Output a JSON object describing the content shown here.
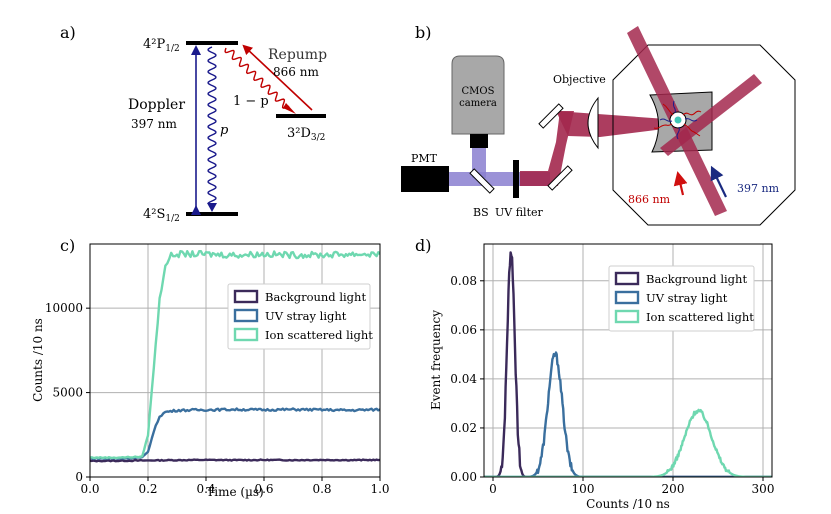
{
  "panels": {
    "a": {
      "label": "a)",
      "level_p": "4²P",
      "level_p_sub": "1/2",
      "level_s": "4²S",
      "level_s_sub": "1/2",
      "level_d": "3²D",
      "level_d_sub": "3/2",
      "doppler_label": "Doppler",
      "doppler_wavelength": "397 nm",
      "repump_label": "Repump",
      "repump_wavelength": "866 nm",
      "p_label": "p",
      "one_minus_p_label": "1 − p"
    },
    "b": {
      "label": "b)",
      "camera_line1": "CMOS",
      "camera_line2": "camera",
      "pmt": "PMT",
      "bs": "BS",
      "uv_filter": "UV filter",
      "objective": "Objective",
      "red_beam_label": "866 nm",
      "blue_beam_label": "397 nm"
    },
    "c": {
      "label": "c)"
    },
    "d": {
      "label": "d)"
    }
  },
  "chart_data": [
    {
      "type": "line",
      "panel": "c",
      "xlabel": "Time (µs)",
      "ylabel": "Counts /10 ns",
      "xlim": [
        0,
        1.0
      ],
      "ylim": [
        0,
        13800
      ],
      "xticks": [
        0.0,
        0.2,
        0.4,
        0.6,
        0.8,
        1.0
      ],
      "xtick_labels": [
        "0.0",
        "0.2",
        "0.4",
        "0.6",
        "0.8",
        "1.0"
      ],
      "yticks": [
        0,
        5000,
        10000
      ],
      "ytick_labels": [
        "0",
        "5000",
        "10000"
      ],
      "grid": true,
      "legend_position": "center-right",
      "series": [
        {
          "name": "Background light",
          "color": "#3b2a5a",
          "x": [
            0.0,
            0.1,
            0.2,
            0.3,
            0.4,
            0.5,
            0.6,
            0.7,
            0.8,
            0.9,
            1.0
          ],
          "values": [
            950,
            960,
            980,
            1000,
            1010,
            1000,
            1010,
            1000,
            1010,
            1000,
            1010
          ]
        },
        {
          "name": "UV stray light",
          "color": "#3a6f9e",
          "x": [
            0.0,
            0.1,
            0.18,
            0.2,
            0.22,
            0.24,
            0.26,
            0.3,
            0.4,
            0.5,
            0.6,
            0.7,
            0.8,
            0.9,
            1.0
          ],
          "values": [
            1100,
            1100,
            1150,
            1500,
            2700,
            3600,
            3850,
            3950,
            3980,
            4000,
            3980,
            4000,
            3980,
            3950,
            4000
          ]
        },
        {
          "name": "Ion scattered light",
          "color": "#6fd8b0",
          "x": [
            0.0,
            0.1,
            0.18,
            0.2,
            0.22,
            0.24,
            0.26,
            0.28,
            0.3,
            0.4,
            0.5,
            0.6,
            0.7,
            0.8,
            0.9,
            1.0
          ],
          "values": [
            1150,
            1150,
            1200,
            2500,
            6500,
            10500,
            12600,
            13100,
            13200,
            13200,
            13150,
            13200,
            13150,
            13150,
            13200,
            13200
          ]
        }
      ]
    },
    {
      "type": "line",
      "panel": "d",
      "xlabel": "Counts /10 ns",
      "ylabel": "Event frequency",
      "xlim": [
        -10,
        310
      ],
      "ylim": [
        0,
        0.095
      ],
      "xticks": [
        0,
        100,
        200,
        300
      ],
      "xtick_labels": [
        "0",
        "100",
        "200",
        "300"
      ],
      "yticks": [
        0.0,
        0.02,
        0.04,
        0.06,
        0.08
      ],
      "ytick_labels": [
        "0.00",
        "0.02",
        "0.04",
        "0.06",
        "0.08"
      ],
      "grid": true,
      "legend_position": "upper-right",
      "series": [
        {
          "name": "Background light",
          "color": "#3b2a5a",
          "peak_center": 20,
          "peak_height": 0.092,
          "peak_width": 4.3
        },
        {
          "name": "UV stray light",
          "color": "#3a6f9e",
          "peak_center": 69,
          "peak_height": 0.05,
          "peak_width": 8
        },
        {
          "name": "Ion scattered light",
          "color": "#6fd8b0",
          "peak_center": 228,
          "peak_height": 0.027,
          "peak_width": 15
        }
      ]
    }
  ]
}
